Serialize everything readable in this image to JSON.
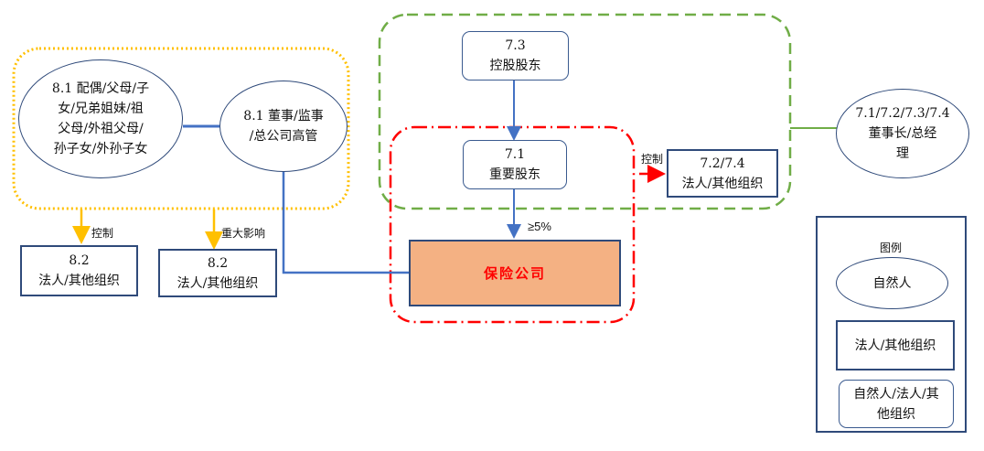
{
  "groups": {
    "family_group": {
      "style": "dotted",
      "color": "#ffc000"
    },
    "shareholder_group": {
      "style": "dashed",
      "color": "#70ad47"
    },
    "insurer_group": {
      "style": "dash-dot",
      "color": "#ff0000"
    }
  },
  "nodes": {
    "relatives": {
      "text": "8.1 配偶/父母/子\n女/兄弟姐妹/祖\n父母/外祖父母/\n孙子女/外孙子女",
      "shape": "ellipse"
    },
    "directors": {
      "text": "8.1 董事/监事\n/总公司高管",
      "shape": "ellipse"
    },
    "entity_control": {
      "text": "8.2\n法人/其他组织",
      "shape": "rect"
    },
    "entity_influence": {
      "text": "8.2\n法人/其他组织",
      "shape": "rect"
    },
    "controlling_shareholder": {
      "text": "7.3\n控股股东",
      "shape": "rounded"
    },
    "major_shareholder": {
      "text": "7.1\n重要股东",
      "shape": "rounded"
    },
    "entity_7_2_7_4": {
      "text": "7.2/7.4\n法人/其他组织",
      "shape": "rect"
    },
    "chairman": {
      "text": "7.1/7.2/7.3/7.4\n董事长/总经\n理",
      "shape": "ellipse"
    },
    "insurer": {
      "text": "保险公司",
      "shape": "rect",
      "fill": "#f4b183",
      "text_color": "#ff0000"
    }
  },
  "edges": {
    "control_label": "控制",
    "influence_label": "重大影响",
    "share_label": "≥5%",
    "red_control_label": "控制"
  },
  "legend": {
    "title": "图例",
    "natural_person": "自然人",
    "legal_entity": "法人/其他组织",
    "either": "自然人/法人/其\n他组织"
  },
  "colors": {
    "node_border": "#2f4a7a",
    "connector_blue": "#4472c4",
    "arrow_yellow": "#ffc000",
    "arrow_red": "#ff0000",
    "connector_green": "#70ad47"
  }
}
